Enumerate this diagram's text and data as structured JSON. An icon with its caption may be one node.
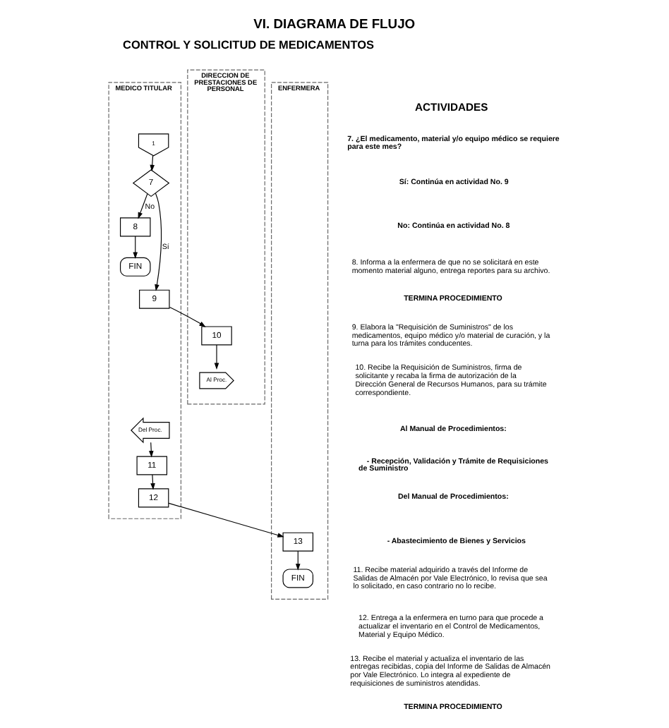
{
  "diagram": {
    "title": "VI. DIAGRAMA DE FLUJO",
    "nodes": [
      {
        "text": [
          "ENFERMERA"
        ]
      },
      {
        "text": [
          "MEDICO TITULAR"
        ]
      },
      {
        "text": [
          "DIRECCION DE PRESTACIONES DE PERSONAL"
        ]
      },
      {
        "text": [
          "ACTIVIDADES"
        ]
      },
      {
        "text": [
          "1"
        ],
        "in": 1
      },
      {
        "text": [
          "7"
        ],
        "in": 1
      },
      {
        "text": [
          "8"
        ],
        "in": 1
      },
      {
        "text": [
          "FIN"
        ],
        "in": 1
      },
      {
        "text": [
          "9"
        ],
        "in": 1
      },
      {
        "text": [
          "10"
        ],
        "in": 2
      },
      {
        "text": [
          "Al Proc."
        ],
        "in": 2
      },
      {
        "text": [
          "Del Proc."
        ],
        "in": 1
      },
      {
        "text": [
          "11"
        ],
        "in": 1
      },
      {
        "text": [
          "12"
        ],
        "in": 1
      },
      {
        "text": [
          "13"
        ],
        "in": 0
      },
      {
        "text": [
          "FIN"
        ],
        "in": 0
      }
    ],
    "edges": [
      {
        "from": 4,
        "to": 5,
        "arrow": "to"
      },
      {
        "from": 5,
        "to": 6,
        "arrow": "to",
        "label": "No"
      },
      {
        "from": 6,
        "to": 7,
        "arrow": "to"
      },
      {
        "from": 5,
        "to": 8,
        "arrow": "to",
        "label": "Sí"
      },
      {
        "from": 8,
        "to": 9,
        "arrow": "to"
      },
      {
        "from": 9,
        "to": 10,
        "arrow": "to"
      },
      {
        "from": 11,
        "to": 12,
        "arrow": "to"
      },
      {
        "from": 12,
        "to": 13,
        "arrow": "to"
      },
      {
        "from": 13,
        "to": 14,
        "arrow": "to"
      },
      {
        "from": 14,
        "to": 15,
        "arrow": "to"
      }
    ],
    "labels": [
      "CONTROL Y SOLICITUD DE MEDICAMENTOS",
      "7. ¿El medicamento, material y/o equipo médico se requiere para este mes?",
      "Sí: Continúa en actividad No. 9",
      "No: Continúa en actividad No. 8",
      "8. Informa a la enfermera de que no se solicitará en este momento material alguno, entrega reportes para su archivo.",
      "TERMINA PROCEDIMIENTO",
      "9. Elabora la \"Requisición de Suministros\" de los medicamentos, equipo médico y/o material de curación, y la turna para los trámites conducentes.",
      "10. Recibe la Requisición de Suministros, firma de solicitante y recaba la firma de autorización de la Dirección General de Recursos Humanos, para su trámite correspondiente.",
      "Al Manual de Procedimientos:",
      "- Recepción, Validación y Trámite de Requisiciones de Suministro",
      "Del Manual de Procedimientos:",
      "- Abastecimiento de Bienes y Servicios",
      "11. Recibe material adquirido a través del Informe de Salidas de Almacén por Vale Electrónico, lo revisa que sea lo solicitado, en caso contrario no lo recibe.",
      "12. Entrega a la enfermera en turno para que procede a actualizar el inventario en el Control de Medicamentos, Material y Equipo Médico.",
      "13. Recibe el material y actualiza el inventario de las entregas recibidas, copia del Informe de Salidas de Almacén por Vale Electrónico. Lo integra al expediente de requisiciones de suministros atendidas.",
      "TERMINA PROCEDIMIENTO"
    ]
  }
}
